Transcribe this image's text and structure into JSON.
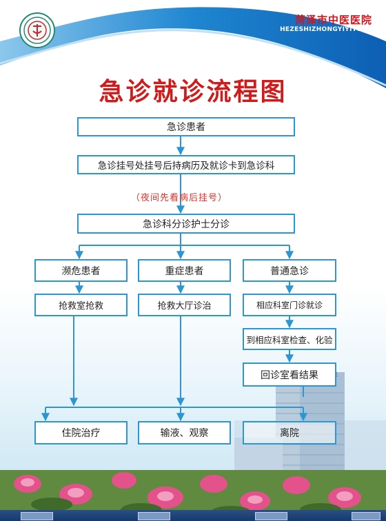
{
  "header": {
    "hospital_name": "菏泽市中医医院",
    "hospital_pinyin": "HEZESHIZHONGYIYIYUAN",
    "logo_icon": "hospital-logo-icon"
  },
  "title": "急诊就诊流程图",
  "flow": {
    "step1": "急诊患者",
    "step2": "急诊挂号处挂号后持病历及就诊卡到急诊科",
    "note": "（夜间先看病后挂号）",
    "step3": "急诊科分诊护士分诊",
    "branches": [
      {
        "category": "濒危患者",
        "action": "抢救室抢救"
      },
      {
        "category": "重症患者",
        "action": "抢救大厅诊治"
      },
      {
        "category": "普通急诊",
        "action": "相应科室门诊就诊"
      }
    ],
    "normal_extra": [
      "到相应科室检查、化验",
      "回诊室看结果"
    ],
    "outcomes": [
      "住院治疗",
      "输液、观察",
      "离院"
    ]
  },
  "colors": {
    "accent_blue": "#2c96d3",
    "title_red": "#d11a1a",
    "note_red": "#e0312b"
  }
}
